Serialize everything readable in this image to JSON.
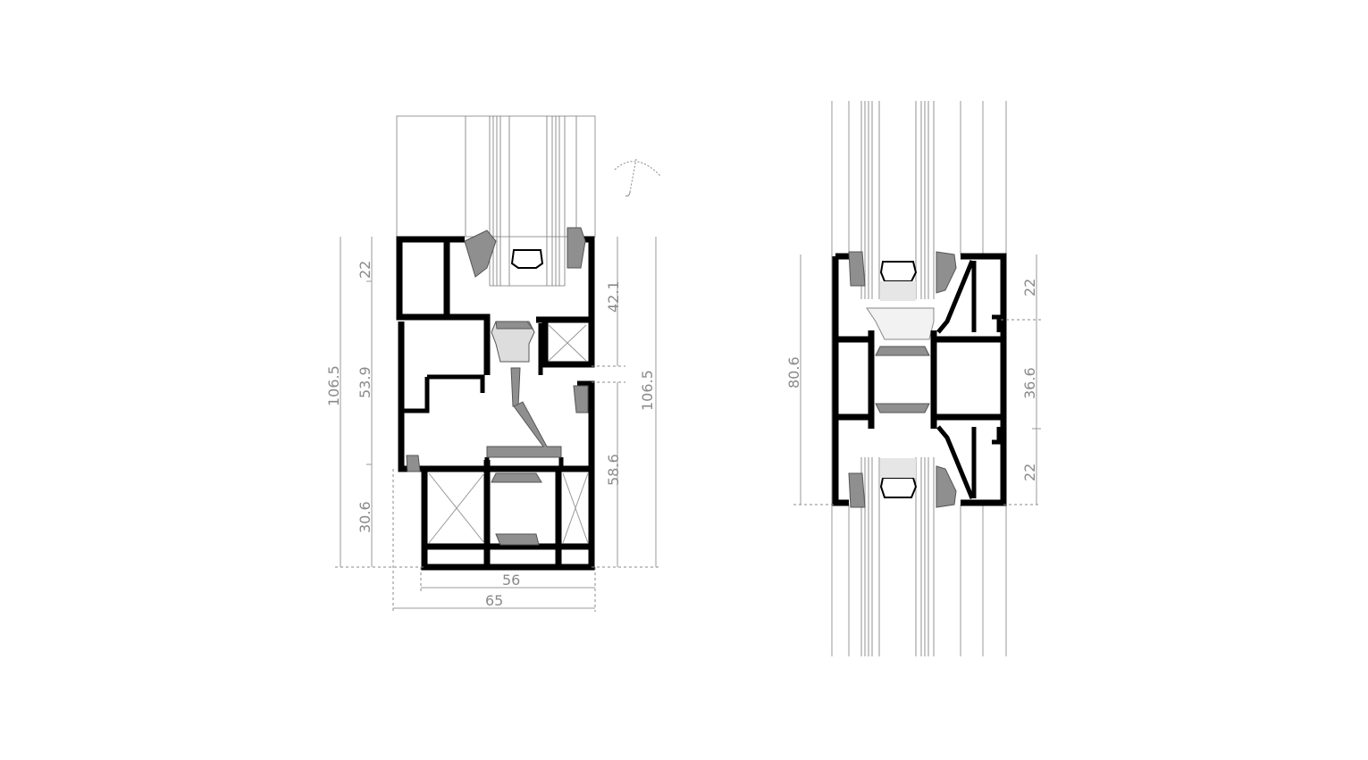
{
  "left_section": {
    "dims": {
      "total_height_left": "106.5",
      "top_height": "22",
      "middle_height": "53.9",
      "bottom_height": "30.6",
      "right_upper": "42.1",
      "right_lower": "58.6",
      "total_height_right": "106.5",
      "inner_width": "56",
      "total_width": "65"
    },
    "icon": "umbrella-rain-icon"
  },
  "right_section": {
    "dims": {
      "total_height": "80.6",
      "top": "22",
      "middle": "36.6",
      "bottom": "22"
    }
  },
  "colors": {
    "profile": "#000000",
    "gasket": "#8f8f8f",
    "dimension": "#8a8a8a"
  }
}
